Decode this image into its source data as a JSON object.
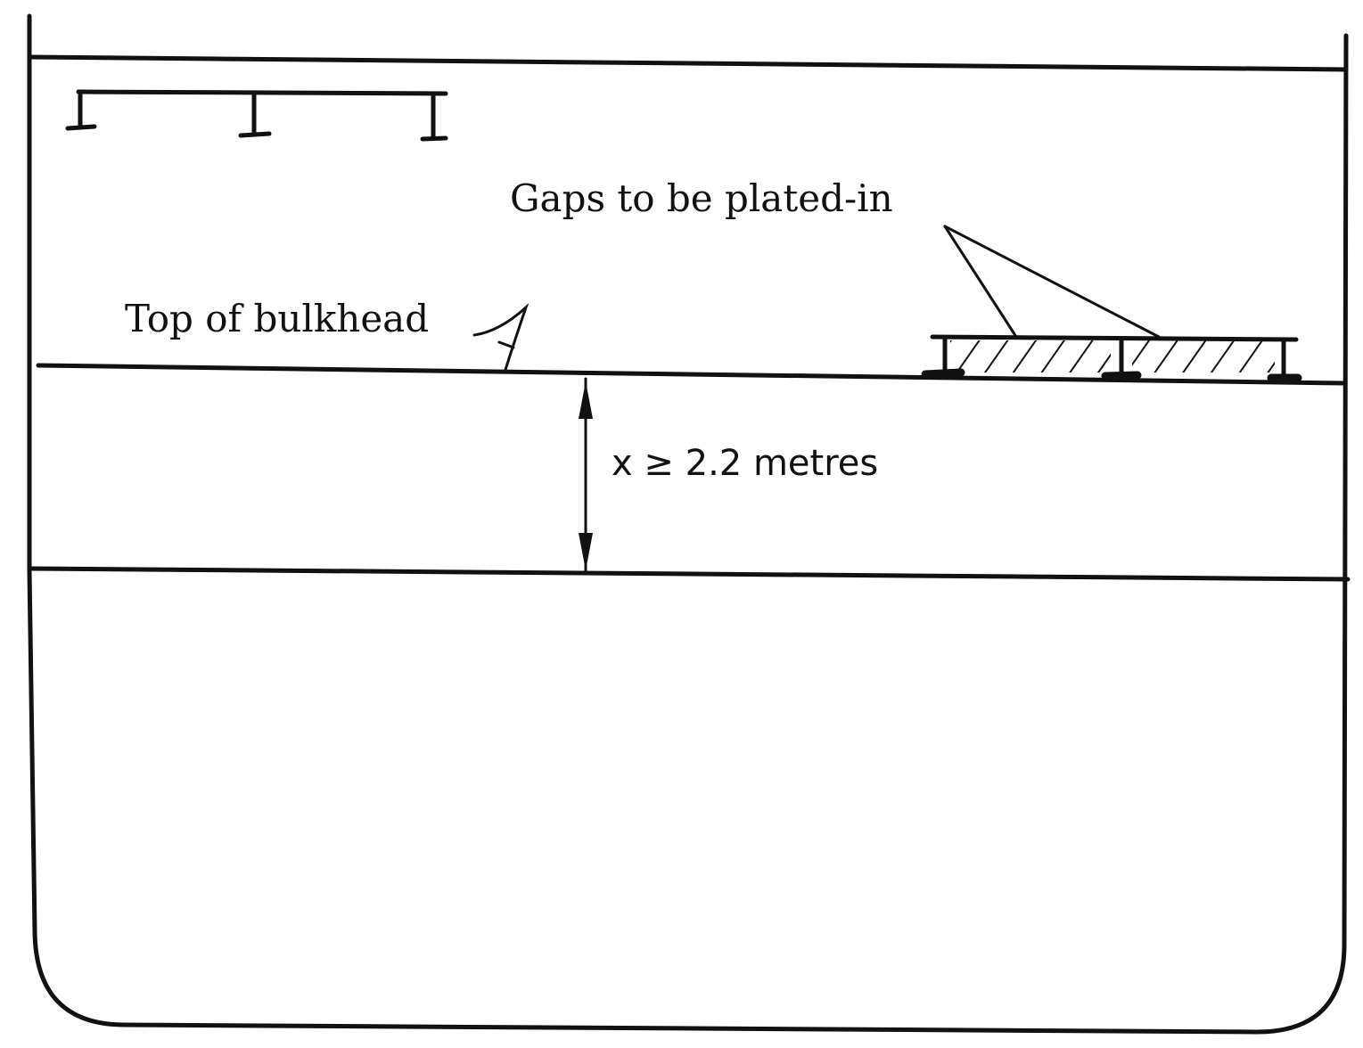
{
  "labels": {
    "gaps": "Gaps to be plated-in",
    "top_of_bulkhead": "Top of bulkhead",
    "height_requirement": "x ≥ 2.2 metres"
  },
  "colors": {
    "line": "#111111",
    "background": "#ffffff"
  }
}
